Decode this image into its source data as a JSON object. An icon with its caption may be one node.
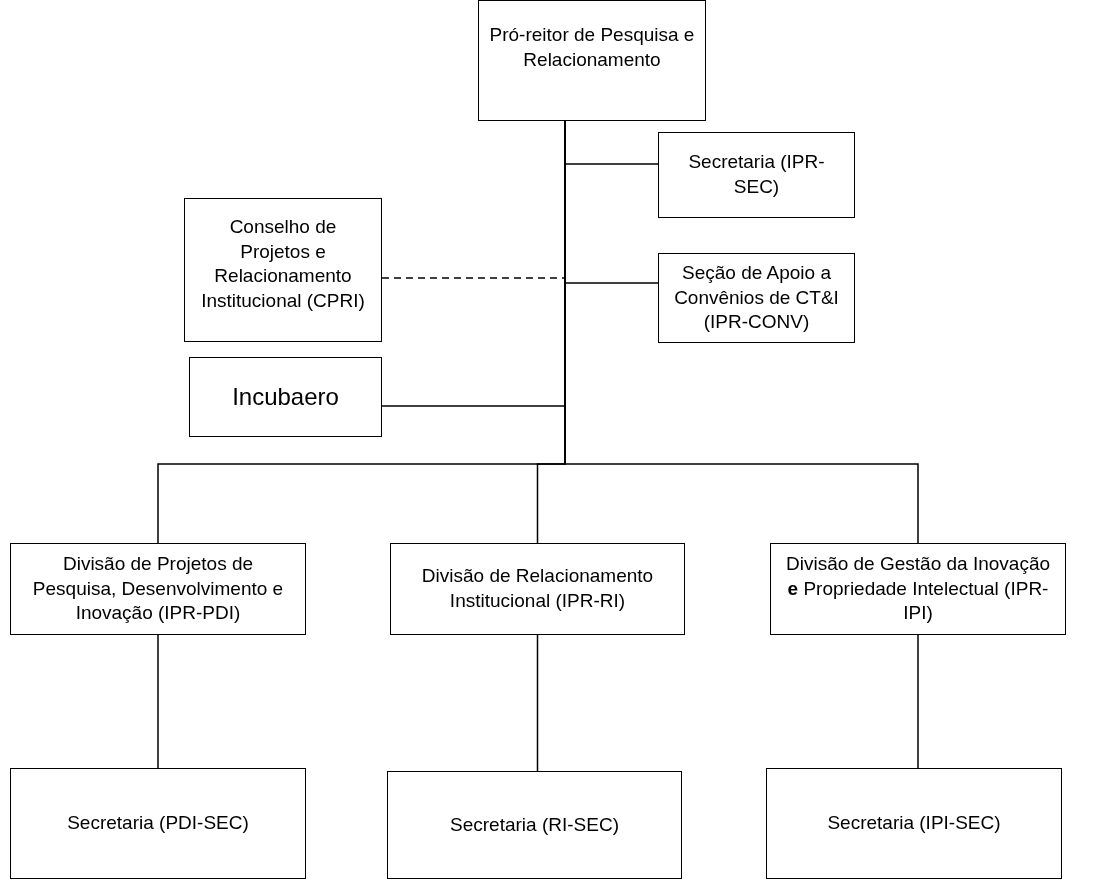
{
  "diagram": {
    "nodes": [
      {
        "text": [
          "Pró-reitor de Pesquisa e Relacionamento"
        ]
      },
      {
        "text": [
          "Secretaria (IPR-SEC)"
        ]
      },
      {
        "text": [
          "Conselho de Projetos e Relacionamento Institucional (CPRI)"
        ]
      },
      {
        "text": [
          "Seção de Apoio a Convênios de CT&I (IPR-CONV)"
        ]
      },
      {
        "text": [
          "Incubaero"
        ]
      },
      {
        "text": [
          "Divisão de Projetos de Pesquisa, Desenvolvimento e Inovação (IPR-PDI)"
        ]
      },
      {
        "text": [
          "Divisão de Relacionamento Institucional (IPR-RI)"
        ]
      },
      {
        "text": [
          "Divisão de Gestão da Inovação **e** Propriedade Intelectual (IPR-IPI)"
        ]
      },
      {
        "text": [
          "Secretaria (PDI-SEC)"
        ]
      },
      {
        "text": [
          "Secretaria (RI-SEC)"
        ]
      },
      {
        "text": [
          "Secretaria (IPI-SEC)"
        ]
      }
    ],
    "edges": [
      {
        "from": 0,
        "to": 1,
        "arrow": "none"
      },
      {
        "from": 2,
        "to": 0,
        "arrow": "none",
        "style": "dashed"
      },
      {
        "from": 0,
        "to": 3,
        "arrow": "none"
      },
      {
        "from": 0,
        "to": 4,
        "arrow": "none"
      },
      {
        "from": 0,
        "to": 5,
        "arrow": "none"
      },
      {
        "from": 0,
        "to": 6,
        "arrow": "none"
      },
      {
        "from": 0,
        "to": 7,
        "arrow": "none"
      },
      {
        "from": 5,
        "to": 8,
        "arrow": "none"
      },
      {
        "from": 6,
        "to": 9,
        "arrow": "none"
      },
      {
        "from": 7,
        "to": 10,
        "arrow": "none"
      }
    ]
  }
}
